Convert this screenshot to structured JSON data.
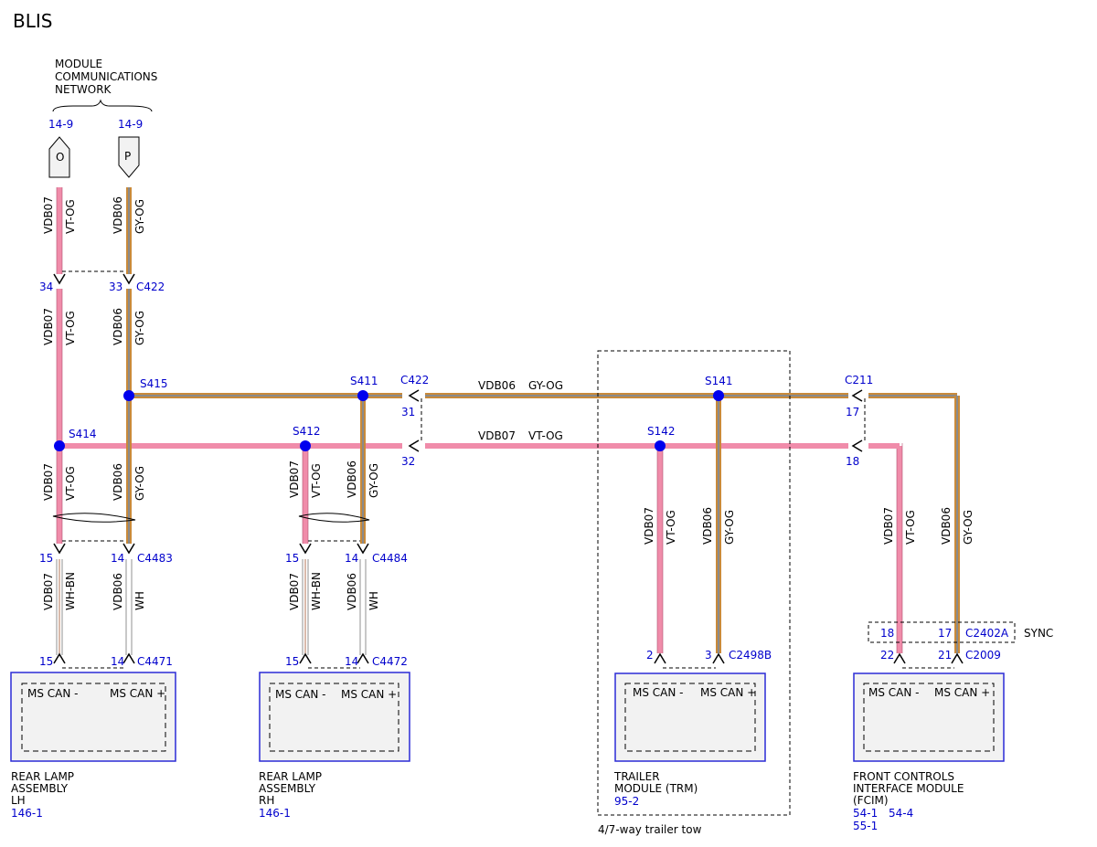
{
  "title": "BLIS",
  "network": {
    "label_lines": [
      "MODULE",
      "COMMUNICATIONS",
      "NETWORK"
    ],
    "refs": [
      "14-9",
      "14-9"
    ],
    "connector_letters": [
      "O",
      "P"
    ]
  },
  "wires": {
    "vdb07": "VDB07",
    "vdb06": "VDB06",
    "vt_og": "VT-OG",
    "gy_og": "GY-OG",
    "wh_bn": "WH-BN",
    "wh": "WH",
    "pair_vdb06": "VDB06",
    "pair_gy_og": "GY-OG",
    "pair_vdb07": "VDB07",
    "pair_vt_og": "VT-OG"
  },
  "splices": {
    "s415": "S415",
    "s414": "S414",
    "s411": "S411",
    "s412": "S412",
    "s141": "S141",
    "s142": "S142"
  },
  "connectors": {
    "c422_top": {
      "pins": [
        "34",
        "33"
      ],
      "name": "C422"
    },
    "c422_mid": {
      "name": "C422",
      "pins": [
        "31",
        "32"
      ]
    },
    "c211": {
      "name": "C211",
      "pins": [
        "17",
        "18"
      ]
    },
    "c4483": {
      "pins": [
        "15",
        "14"
      ],
      "name": "C4483"
    },
    "c4484": {
      "pins": [
        "15",
        "14"
      ],
      "name": "C4484"
    },
    "c4471": {
      "pins": [
        "15",
        "14"
      ],
      "name": "C4471"
    },
    "c4472": {
      "pins": [
        "15",
        "14"
      ],
      "name": "C4472"
    },
    "c2498b": {
      "pins": [
        "2",
        "3"
      ],
      "name": "C2498B"
    },
    "c2402a": {
      "pins": [
        "18",
        "17"
      ],
      "name": "C2402A",
      "tag": "SYNC"
    },
    "c2009": {
      "pins": [
        "22",
        "21"
      ],
      "name": "C2009"
    }
  },
  "modules": [
    {
      "id": "rear-lamp-lh",
      "pin_minus": "MS CAN -",
      "pin_plus": "MS CAN +",
      "name_lines": [
        "REAR LAMP",
        "ASSEMBLY",
        "LH"
      ],
      "refs": [
        "146-1"
      ]
    },
    {
      "id": "rear-lamp-rh",
      "pin_minus": "MS CAN -",
      "pin_plus": "MS CAN +",
      "name_lines": [
        "REAR LAMP",
        "ASSEMBLY",
        "RH"
      ],
      "refs": [
        "146-1"
      ]
    },
    {
      "id": "trailer-module",
      "pin_minus": "MS CAN -",
      "pin_plus": "MS CAN +",
      "name_lines": [
        "TRAILER",
        "MODULE (TRM)"
      ],
      "refs": [
        "95-2"
      ]
    },
    {
      "id": "fcim",
      "pin_minus": "MS CAN -",
      "pin_plus": "MS CAN +",
      "name_lines": [
        "FRONT CONTROLS",
        "INTERFACE MODULE",
        "(FCIM)"
      ],
      "refs": [
        "54-1",
        "54-4",
        "55-1"
      ]
    }
  ],
  "trailer_tow_note": "4/7-way trailer tow",
  "colors": {
    "vt_og_wire": "#f08caa",
    "gy_og_wire_outer": "#c98a3a",
    "gy_og_wire_inner": "#8a8a8a",
    "splice_dot": "#0000ee",
    "ref_text": "#0000cc",
    "module_border": "#2b2bd6",
    "module_fill": "#f2f2f2"
  }
}
